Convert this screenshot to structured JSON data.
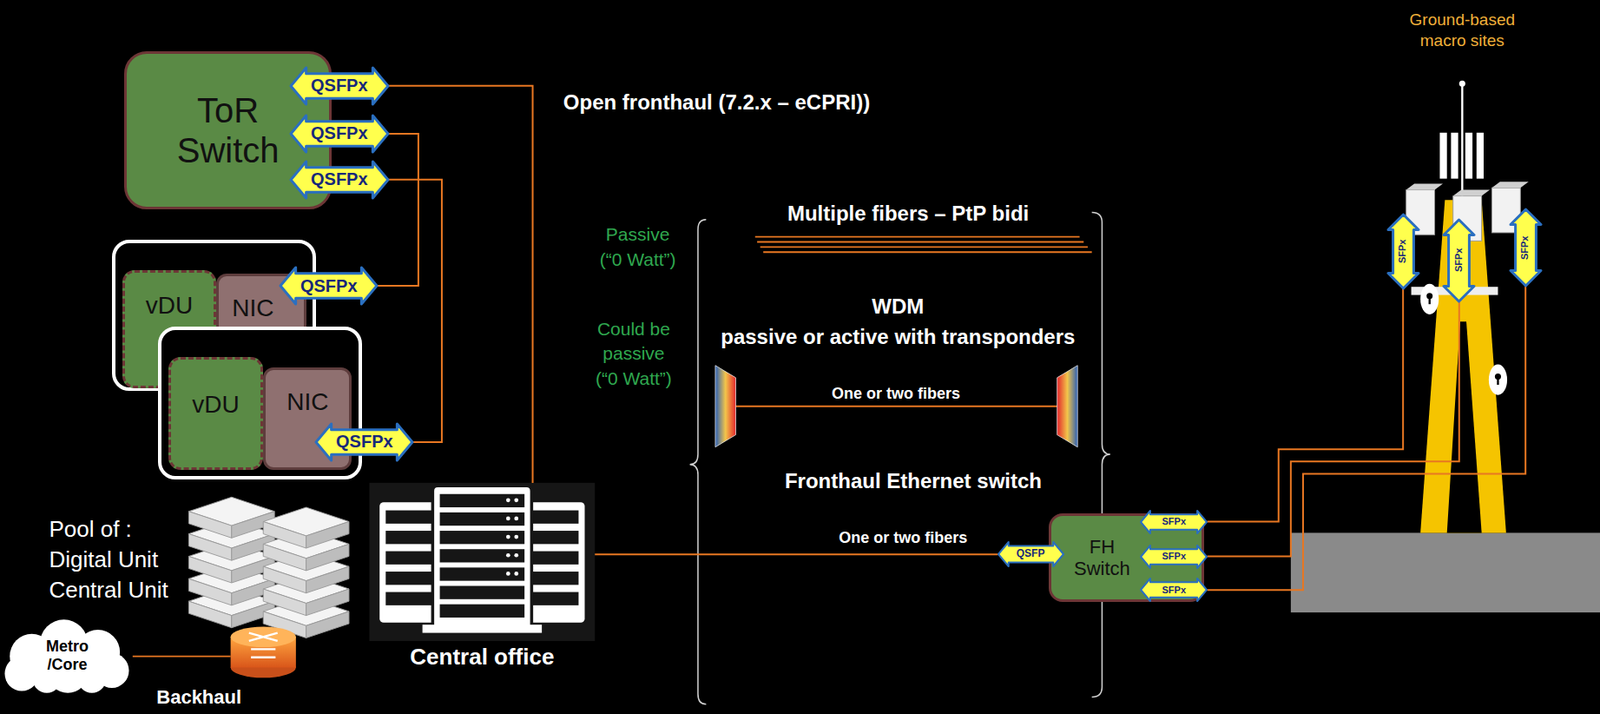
{
  "diagram": {
    "nodes": [
      {
        "text": [
          "ToR Switch"
        ]
      },
      {
        "text": [
          "QSFPx"
        ],
        "in": 0
      },
      {
        "text": [
          "QSFPx"
        ],
        "in": 0
      },
      {
        "text": [
          "QSFPx"
        ],
        "in": 0
      },
      {
        "text": []
      },
      {
        "text": [
          "vDU"
        ],
        "in": 4
      },
      {
        "text": [
          "NIC"
        ],
        "in": 4
      },
      {
        "text": [
          "QSFPx"
        ],
        "in": 4
      },
      {
        "text": []
      },
      {
        "text": [
          "vDU"
        ],
        "in": 8
      },
      {
        "text": [
          "NIC"
        ],
        "in": 8
      },
      {
        "text": [
          "QSFPx"
        ],
        "in": 8
      },
      {
        "text": [
          "Central office"
        ]
      },
      {
        "text": [
          "Metro /Core"
        ]
      },
      {
        "text": [
          "FH Switch"
        ]
      },
      {
        "text": [
          "QSFP"
        ],
        "in": 14
      },
      {
        "text": [
          "SFPx"
        ],
        "in": 14
      },
      {
        "text": [
          "SFPx"
        ],
        "in": 14
      },
      {
        "text": [
          "SFPx"
        ],
        "in": 14
      },
      {
        "text": [
          "SFPx"
        ]
      },
      {
        "text": [
          "SFPx"
        ]
      },
      {
        "text": [
          "SFPx"
        ]
      }
    ],
    "edges": [
      {
        "from": 1,
        "to": 12,
        "arrow": "none"
      },
      {
        "from": 2,
        "to": 7,
        "arrow": "none"
      },
      {
        "from": 3,
        "to": 11,
        "arrow": "none"
      },
      {
        "from": 12,
        "to": 15,
        "label": "One or two fibers",
        "arrow": "none"
      },
      {
        "from": 16,
        "to": 19,
        "arrow": "none"
      },
      {
        "from": 17,
        "to": 20,
        "arrow": "none"
      },
      {
        "from": 18,
        "to": 21,
        "arrow": "none"
      }
    ],
    "labels": [
      "Open fronthaul (7.2.x – eCPRI))",
      "Passive (“0 Watt”)",
      "Could be passive (“0 Watt”)",
      "Multiple fibers – PtP bidi",
      "WDM",
      "passive or active with transponders",
      "One or two fibers",
      "Fronthaul Ethernet switch",
      "Pool of : Digital Unit Central Unit",
      "Backhaul",
      "Ground-based macro sites"
    ]
  }
}
